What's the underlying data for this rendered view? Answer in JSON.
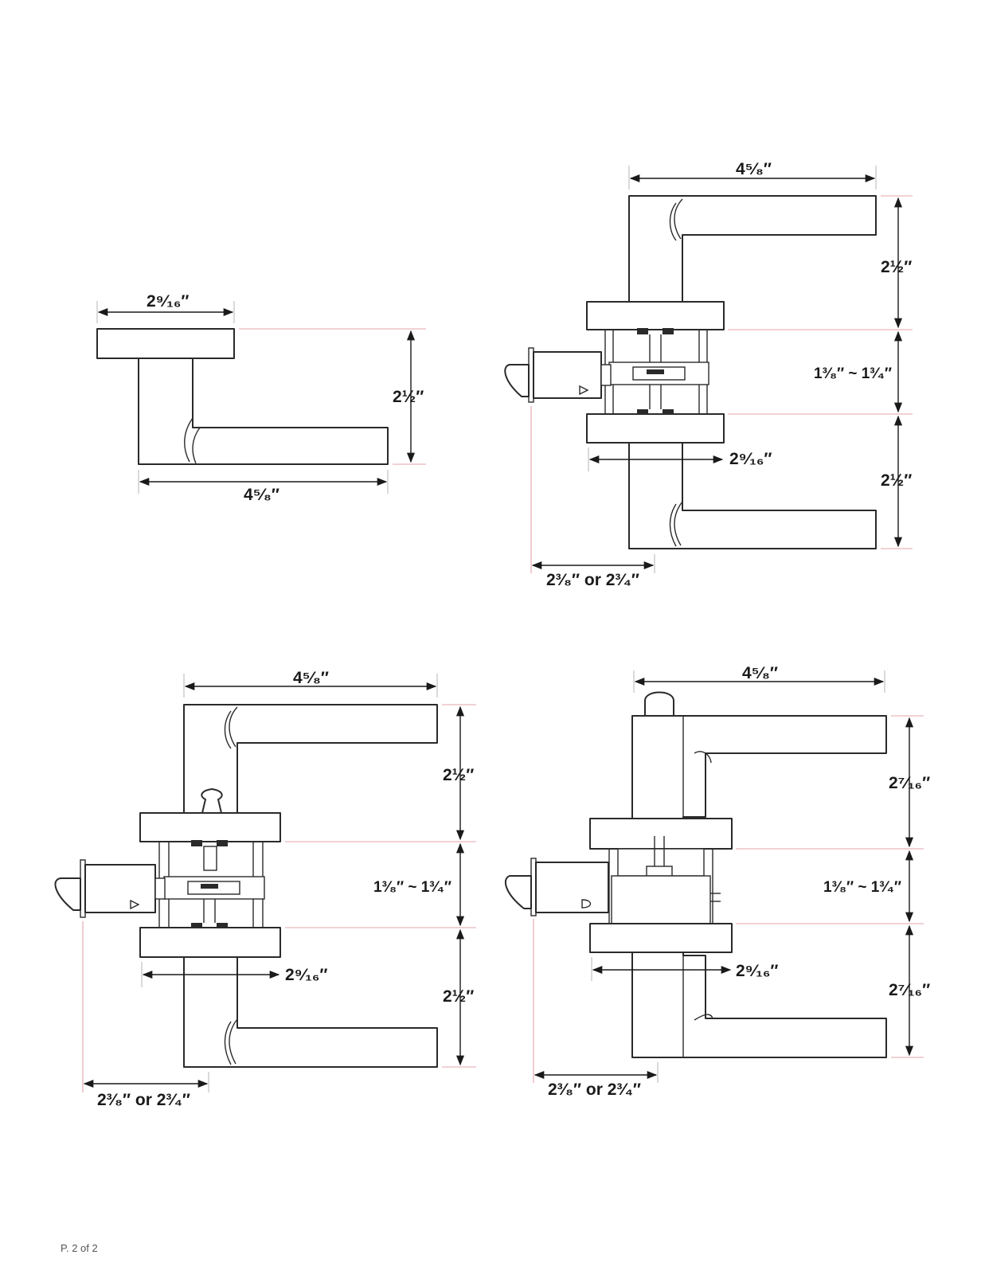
{
  "footer": {
    "page": "P. 2 of 2"
  },
  "views": {
    "top_left": {
      "rose_width": "2⁹⁄₁₆″",
      "height": "2½″",
      "lever_length": "4⁵⁄₈″"
    },
    "top_right": {
      "lever_length": "4⁵⁄₈″",
      "upper_height": "2½″",
      "door_thickness": "1³⁄₈″ ~ 1³⁄₄″",
      "rose_width": "2⁹⁄₁₆″",
      "lower_height": "2½″",
      "backset": "2³⁄₈″ or 2³⁄₄″"
    },
    "bottom_left": {
      "lever_length": "4⁵⁄₈″",
      "upper_height": "2½″",
      "door_thickness": "1³⁄₈″ ~ 1³⁄₄″",
      "rose_width": "2⁹⁄₁₆″",
      "lower_height": "2½″",
      "backset": "2³⁄₈″ or 2³⁄₄″"
    },
    "bottom_right": {
      "lever_length": "4⁵⁄₈″",
      "upper_height": "2⁷⁄₁₆″",
      "door_thickness": "1³⁄₈″ ~ 1³⁄₄″",
      "rose_width": "2⁹⁄₁₆″",
      "lower_height": "2⁷⁄₁₆″",
      "backset": "2³⁄₈″ or 2³⁄₄″"
    }
  }
}
